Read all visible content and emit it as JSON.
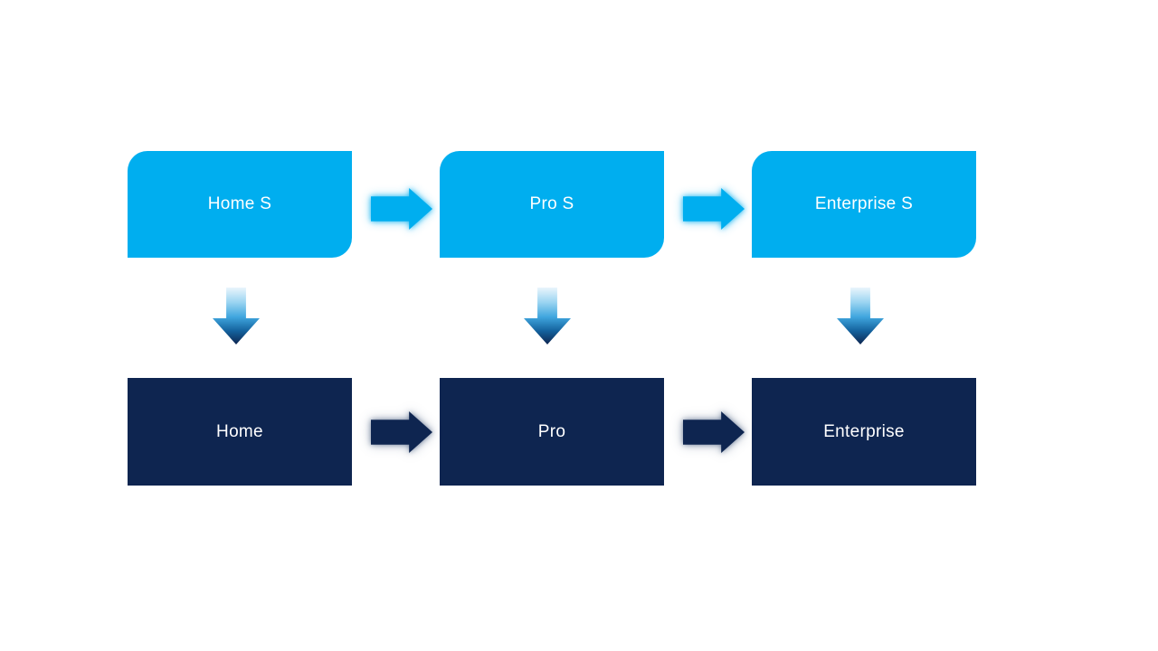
{
  "diagram": {
    "top_row": [
      {
        "label": "Home S"
      },
      {
        "label": "Pro S"
      },
      {
        "label": "Enterprise S"
      }
    ],
    "bottom_row": [
      {
        "label": "Home"
      },
      {
        "label": "Pro"
      },
      {
        "label": "Enterprise"
      }
    ],
    "icons": {
      "horizontal_connector": "right-arrow-icon",
      "vertical_connector": "down-arrow-icon"
    }
  },
  "colors": {
    "accent_cyan": "#00AEEF",
    "navy": "#0E2550",
    "text_color": "#FFFFFF",
    "background": "#FFFFFF",
    "down_grad_light": "#EAF5FC",
    "down_grad_mid1": "#9ED6F2",
    "down_grad_mid2": "#3FA5DE",
    "down_grad_mid3": "#14639E"
  }
}
